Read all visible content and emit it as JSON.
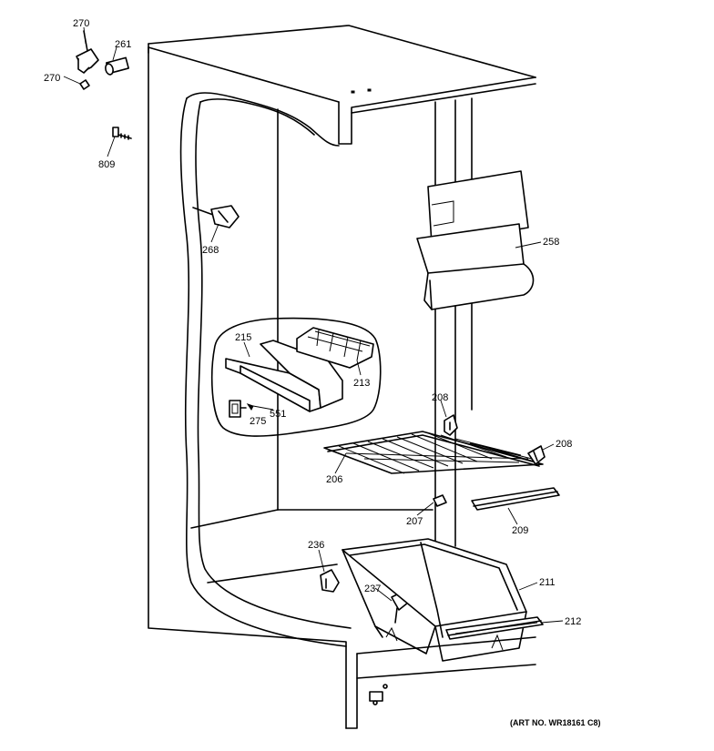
{
  "parts": {
    "p270a": "270",
    "p261": "261",
    "p270b": "270",
    "p809": "809",
    "p268": "268",
    "p258": "258",
    "p215": "215",
    "p213": "213",
    "p551": "551",
    "p275": "275",
    "p208a": "208",
    "p208b": "208",
    "p206": "206",
    "p207": "207",
    "p209": "209",
    "p236": "236",
    "p237": "237",
    "p211": "211",
    "p212": "212"
  },
  "art_number": "(ART NO. WR18161 C8)"
}
